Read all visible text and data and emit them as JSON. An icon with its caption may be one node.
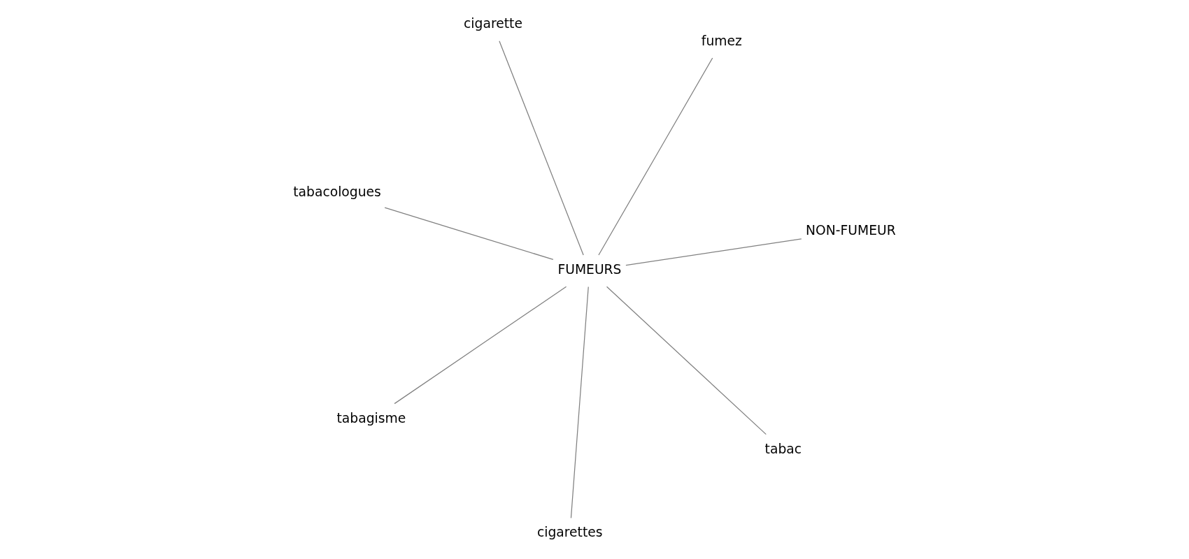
{
  "diagram": {
    "nodes": [
      {
        "text": [
          "cigarette"
        ]
      },
      {
        "text": [
          "fumez"
        ]
      },
      {
        "text": [
          "tabacologues"
        ]
      },
      {
        "text": [
          "NON-FUMEUR"
        ]
      },
      {
        "text": [
          "FUMEURS"
        ]
      },
      {
        "text": [
          "tabagisme"
        ]
      },
      {
        "text": [
          "tabac"
        ]
      },
      {
        "text": [
          "cigarettes"
        ]
      }
    ],
    "edges": [
      {
        "from": 4,
        "to": 0,
        "arrow": "none"
      },
      {
        "from": 4,
        "to": 1,
        "arrow": "none"
      },
      {
        "from": 4,
        "to": 3,
        "arrow": "none"
      },
      {
        "from": 4,
        "to": 6,
        "arrow": "none"
      },
      {
        "from": 4,
        "to": 7,
        "arrow": "none"
      },
      {
        "from": 4,
        "to": 5,
        "arrow": "none"
      },
      {
        "from": 4,
        "to": 2,
        "arrow": "none"
      }
    ]
  }
}
